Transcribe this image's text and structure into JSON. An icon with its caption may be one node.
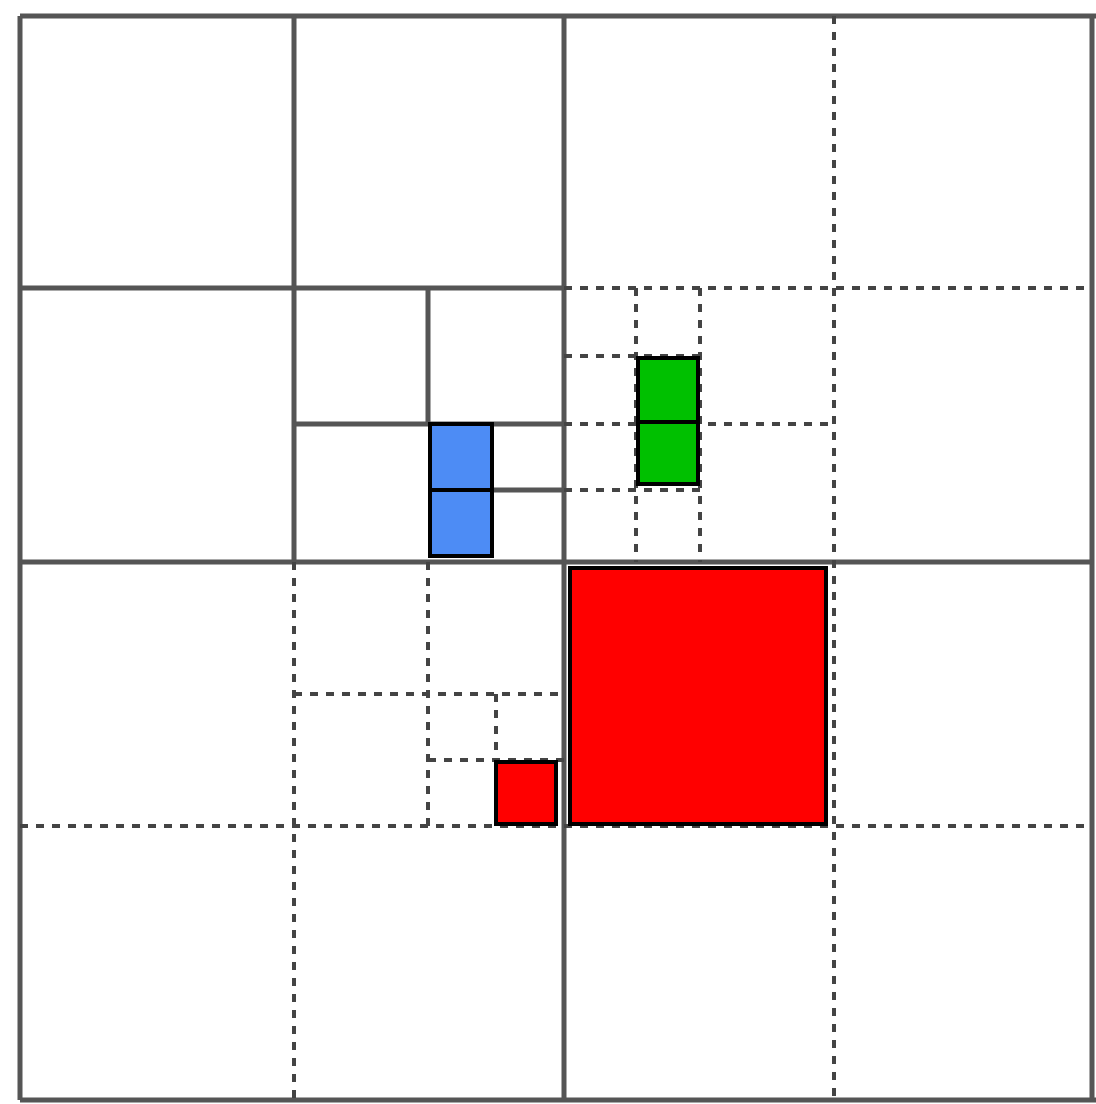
{
  "diagram": {
    "nodes": [
      {
        "text": [],
        "shape": "box"
      },
      {
        "text": [],
        "shape": "box"
      },
      {
        "text": [],
        "shape": "box"
      },
      {
        "text": [],
        "shape": "box"
      },
      {
        "text": [],
        "shape": "box"
      },
      {
        "text": [],
        "shape": "box"
      }
    ]
  }
}
